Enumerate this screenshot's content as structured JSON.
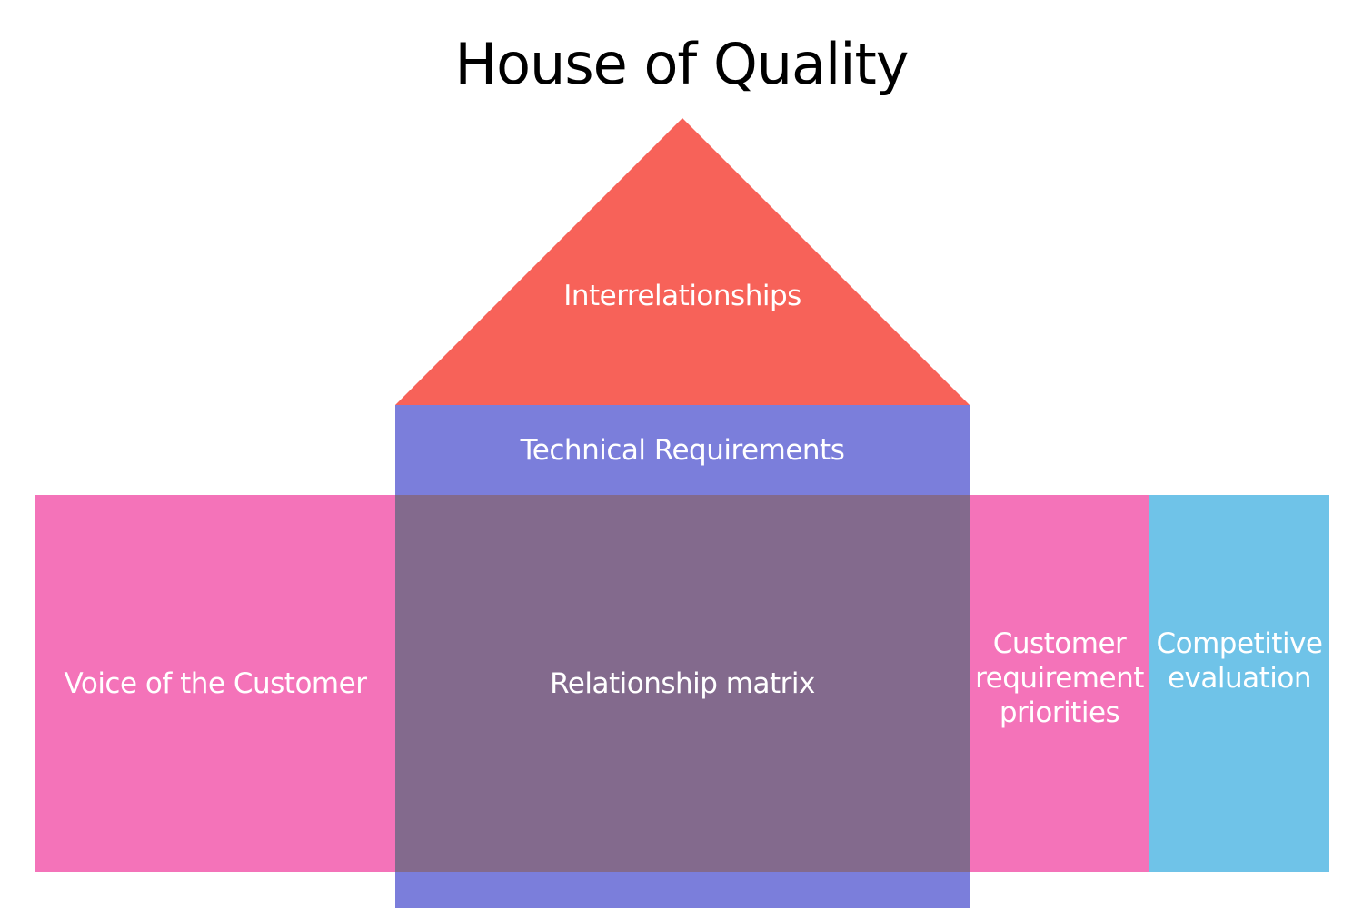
{
  "title": "House of Quality",
  "sections": {
    "roof": "Interrelationships",
    "ceiling": "Technical Requirements",
    "left": "Voice of the Customer",
    "center": "Relationship matrix",
    "right_inner": "Customer requirement priorities",
    "right_outer": "Competitive evaluation"
  },
  "colors": {
    "roof": "#f76259",
    "ceiling": "#7b7edb",
    "pink": "#f473b9",
    "matrix": "#836a8d",
    "blue": "#6fc3e8"
  }
}
